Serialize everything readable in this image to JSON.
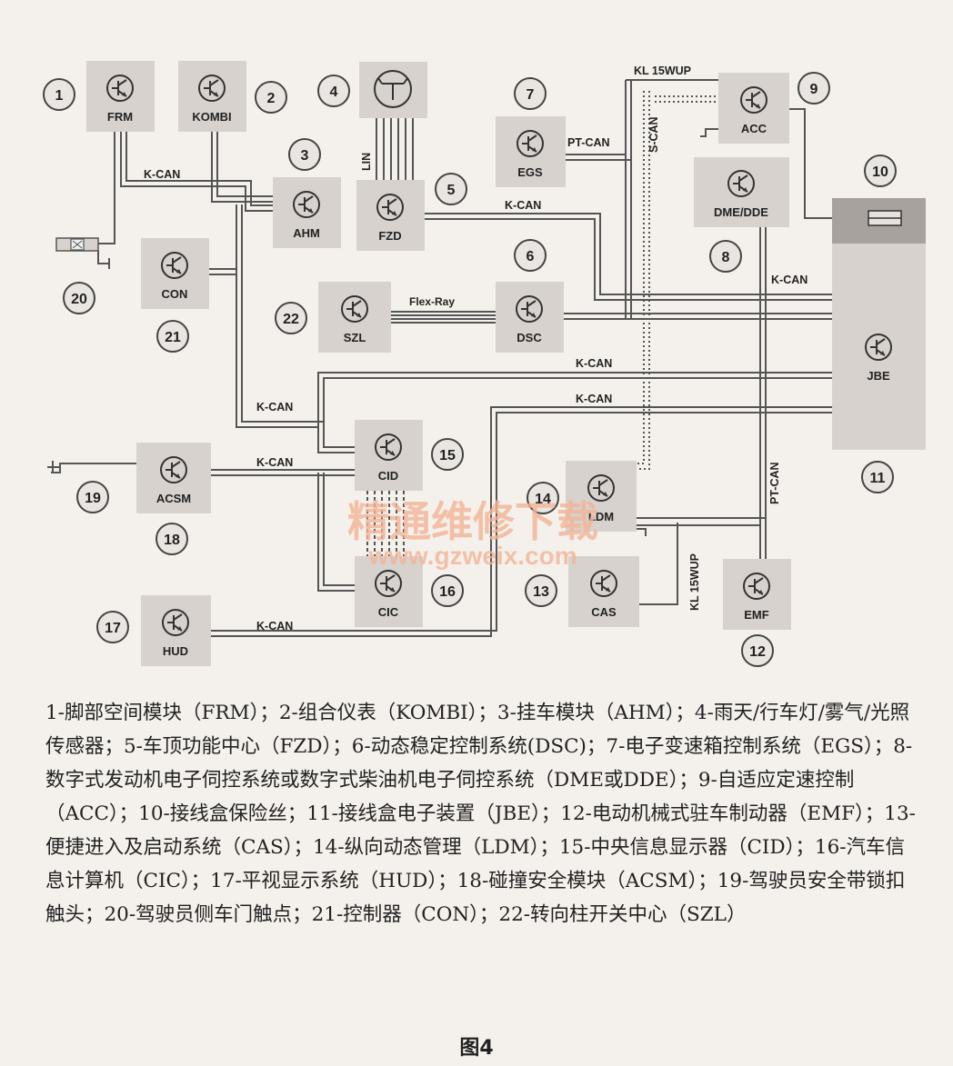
{
  "modules": [
    {
      "id": "frm",
      "label": "FRM",
      "num": "1"
    },
    {
      "id": "kombi",
      "label": "KOMBI",
      "num": "2"
    },
    {
      "id": "ahm",
      "label": "AHM",
      "num": "3"
    },
    {
      "id": "rls",
      "label": "",
      "num": "4"
    },
    {
      "id": "fzd",
      "label": "FZD",
      "num": "5"
    },
    {
      "id": "dsc",
      "label": "DSC",
      "num": "6"
    },
    {
      "id": "egs",
      "label": "EGS",
      "num": "7"
    },
    {
      "id": "dme",
      "label": "DME/DDE",
      "num": "8"
    },
    {
      "id": "acc",
      "label": "ACC",
      "num": "9"
    },
    {
      "id": "fuse",
      "label": "",
      "num": "10"
    },
    {
      "id": "jbe",
      "label": "JBE",
      "num": "11"
    },
    {
      "id": "emf",
      "label": "EMF",
      "num": "12"
    },
    {
      "id": "cas",
      "label": "CAS",
      "num": "13"
    },
    {
      "id": "ldm",
      "label": "LDM",
      "num": "14"
    },
    {
      "id": "cid",
      "label": "CID",
      "num": "15"
    },
    {
      "id": "cic",
      "label": "CIC",
      "num": "16"
    },
    {
      "id": "hud",
      "label": "HUD",
      "num": "17"
    },
    {
      "id": "acsm",
      "label": "ACSM",
      "num": "18"
    },
    {
      "id": "belt",
      "label": "",
      "num": "19"
    },
    {
      "id": "door",
      "label": "",
      "num": "20"
    },
    {
      "id": "con",
      "label": "CON",
      "num": "21"
    },
    {
      "id": "szl",
      "label": "SZL",
      "num": "22"
    }
  ],
  "bus_labels": {
    "kcan_frm_ahm": "K-CAN",
    "lin": "LIN",
    "kcan_fzd": "K-CAN",
    "ptcan_egs": "PT-CAN",
    "kl15wup_top": "KL 15WUP",
    "scan": "S-CAN",
    "kcan_jbe_right": "K-CAN",
    "flexray": "Flex-Ray",
    "kcan_mid1": "K-CAN",
    "kcan_mid2": "K-CAN",
    "kcan_left": "K-CAN",
    "kcan_acsm": "K-CAN",
    "kcan_hud": "K-CAN",
    "ptcan_vertical": "PT-CAN",
    "kl15wup_cas": "KL 15WUP"
  },
  "watermark": {
    "main": "精通维修下载",
    "url": "www.gzweix.com"
  },
  "legend_text": "1-脚部空间模块（FRM）；2-组合仪表（KOMBI）；3-挂车模块（AHM）；4-雨天/行车灯/雾气/光照传感器；5-车顶功能中心（FZD）；6-动态稳定控制系统(DSC)；7-电子变速箱控制系统（EGS）；8-数字式发动机电子伺控系统或数字式柴油机电子伺控系统（DME或DDE）；9-自适应定速控制（ACC）；10-接线盒保险丝；11-接线盒电子装置（JBE）；12-电动机械式驻车制动器（EMF）；13-便捷进入及启动系统（CAS）；14-纵向动态管理（LDM）；15-中央信息显示器（CID）；16-汽车信息计算机（CIC）；17-平视显示系统（HUD）；18-碰撞安全模块（ACSM）；19-驾驶员安全带锁扣触头；20-驾驶员侧车门触点；21-控制器（CON）；22-转向柱开关中心（SZL）",
  "figure_caption": "图4",
  "colors": {
    "box": "#d7d2ce",
    "line": "#555555",
    "bg": "#f4f1ec",
    "watermark": "#f3b596",
    "text": "#222222"
  }
}
